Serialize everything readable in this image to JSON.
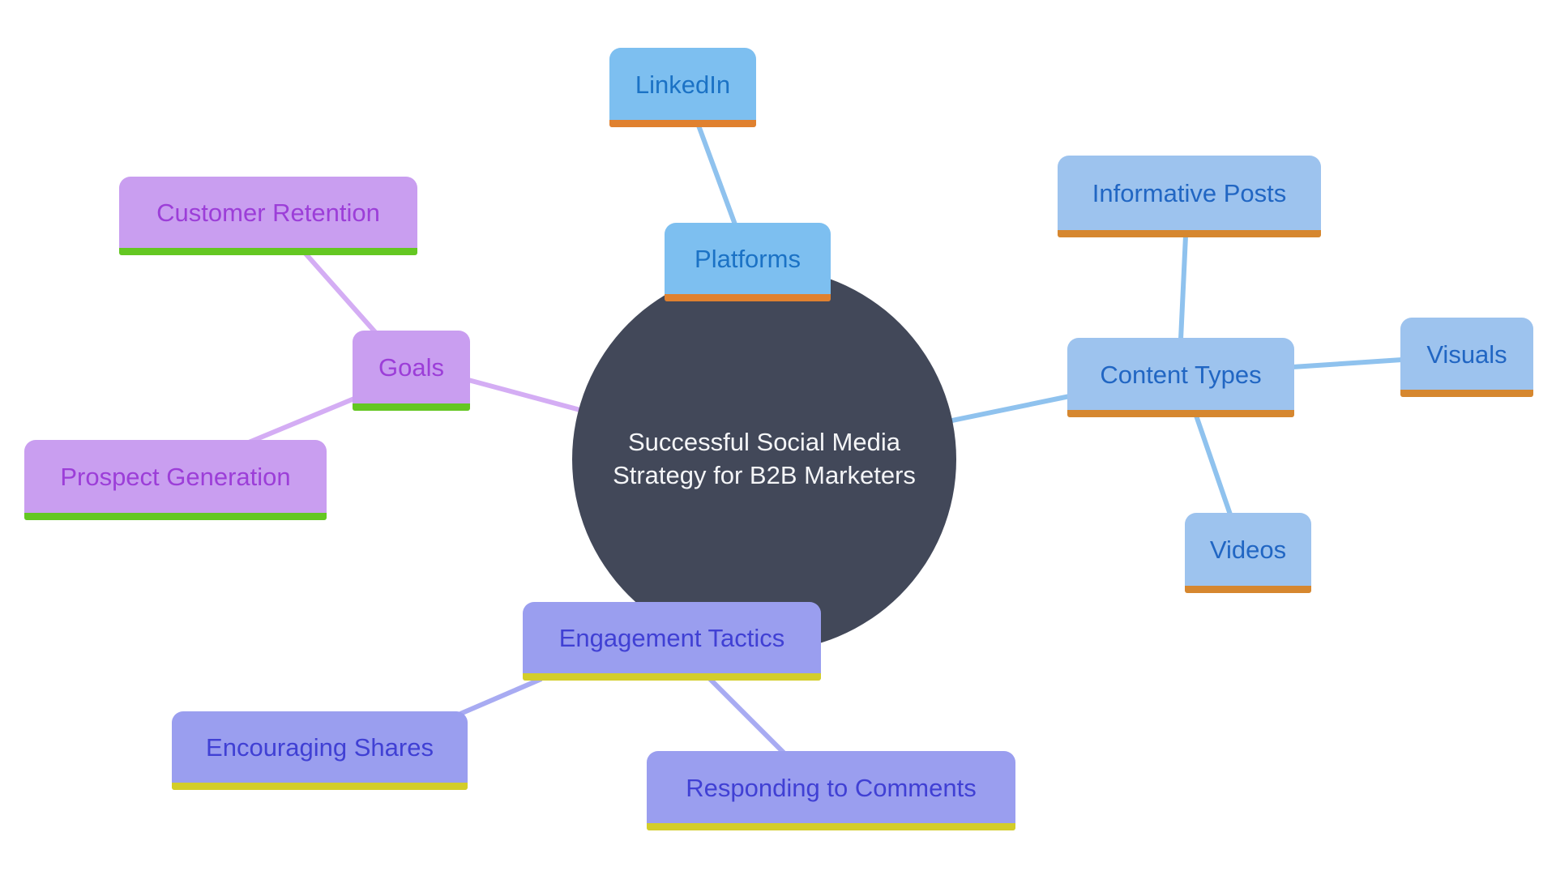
{
  "canvas": {
    "background": "#FFFFFF"
  },
  "center": {
    "label": "Successful Social Media Strategy for B2B Marketers",
    "fill": "#424859",
    "text_color": "#F4F5F7"
  },
  "themes": {
    "sky": {
      "fill": "#7DBFF0",
      "bar": "#E0812F",
      "text": "#1B72C5"
    },
    "blue": {
      "fill": "#9DC3EE",
      "bar": "#D6872F",
      "text": "#2166C3"
    },
    "purple": {
      "fill": "#C99EF0",
      "bar": "#64C722",
      "text": "#9C3ED8"
    },
    "peri": {
      "fill": "#9A9EEF",
      "bar": "#D3CD29",
      "text": "#4040D4"
    }
  },
  "connectors": {
    "blue": "#8FC2EE",
    "purple": "#D4ADF4",
    "peri": "#A8ABF2"
  },
  "nodes": {
    "platforms": {
      "label": "Platforms",
      "theme": "sky",
      "parent": "center"
    },
    "linkedin": {
      "label": "LinkedIn",
      "theme": "sky",
      "parent": "platforms"
    },
    "content_types": {
      "label": "Content Types",
      "theme": "blue",
      "parent": "center"
    },
    "informative_posts": {
      "label": "Informative Posts",
      "theme": "blue",
      "parent": "content_types"
    },
    "visuals": {
      "label": "Visuals",
      "theme": "blue",
      "parent": "content_types"
    },
    "videos": {
      "label": "Videos",
      "theme": "blue",
      "parent": "content_types"
    },
    "goals": {
      "label": "Goals",
      "theme": "purple",
      "parent": "center"
    },
    "customer_retention": {
      "label": "Customer Retention",
      "theme": "purple",
      "parent": "goals"
    },
    "prospect_generation": {
      "label": "Prospect Generation",
      "theme": "purple",
      "parent": "goals"
    },
    "engagement_tactics": {
      "label": "Engagement Tactics",
      "theme": "peri",
      "parent": "center"
    },
    "encouraging_shares": {
      "label": "Encouraging Shares",
      "theme": "peri",
      "parent": "engagement_tactics"
    },
    "responding_to_comments": {
      "label": "Responding to Comments",
      "theme": "peri",
      "parent": "engagement_tactics"
    }
  }
}
